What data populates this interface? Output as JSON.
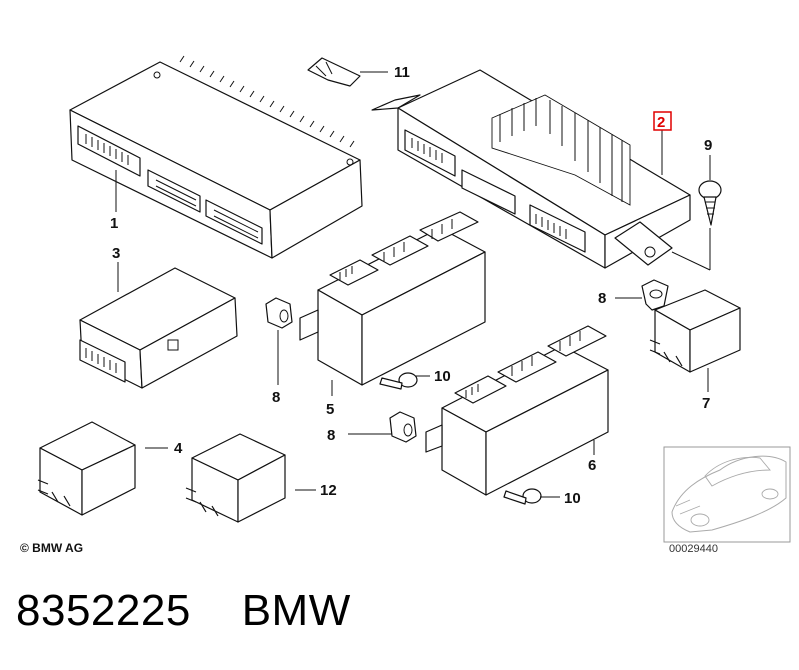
{
  "callouts": {
    "c1": "1",
    "c2": "2",
    "c3": "3",
    "c4": "4",
    "c5": "5",
    "c6": "6",
    "c7": "7",
    "c8a": "8",
    "c8b": "8",
    "c8c": "8",
    "c9": "9",
    "c10a": "10",
    "c10b": "10",
    "c11": "11",
    "c12": "12"
  },
  "highlight_color": "#e00000",
  "copyright": "© BMW AG",
  "reference_code": "00029440",
  "caption": "8352225    BMW"
}
